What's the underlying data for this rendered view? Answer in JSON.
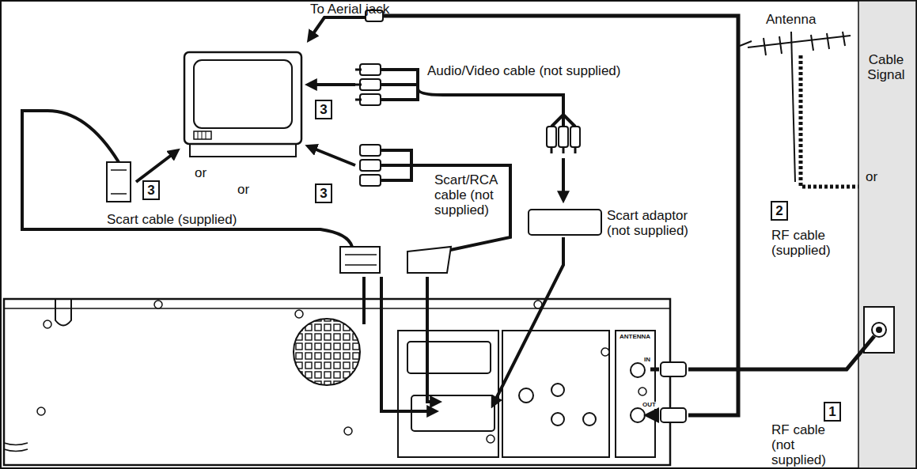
{
  "diagram": {
    "nodes": [
      {
        "text": [
          "3"
        ]
      },
      {
        "text": [
          "3"
        ]
      },
      {
        "text": [
          "3"
        ]
      },
      {
        "text": [
          "2"
        ]
      },
      {
        "text": [
          "1"
        ]
      }
    ],
    "labels": [
      "To Aerial jack",
      "Antenna",
      "Cable Signal",
      "Audio/Video cable (not supplied)",
      "or",
      "or",
      "or",
      "Scart cable (supplied)",
      "Scart/RCA cable (not supplied)",
      "Scart adaptor (not supplied)",
      "RF cable (supplied)",
      "RF cable (not supplied)",
      "ANTENNA",
      "IN",
      "OUT"
    ]
  }
}
